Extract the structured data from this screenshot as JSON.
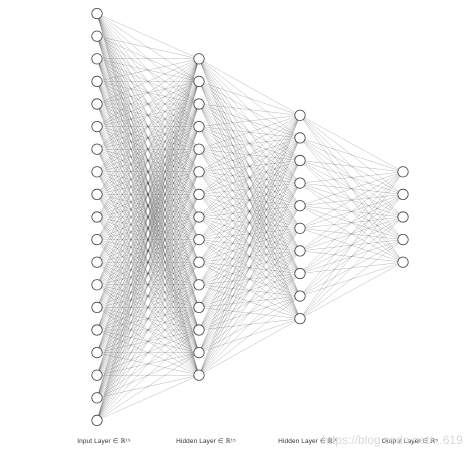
{
  "diagram": {
    "type": "feedforward-neural-network",
    "layers": [
      {
        "label": "Input Layer ∈ ℝ¹⁹",
        "neurons": 19
      },
      {
        "label": "Hidden Layer ∈ ℝ¹⁵",
        "neurons": 15
      },
      {
        "label": "Hidden Layer ∈ ℝ¹⁰",
        "neurons": 10
      },
      {
        "label": "Output Layer ∈ ℝ⁵",
        "neurons": 5
      }
    ],
    "watermark": "https://blog.csdn.net/...619"
  },
  "colors": {
    "edge": "#000000",
    "node_stroke": "#444444",
    "node_fill": "#ffffff",
    "label": "#333333"
  }
}
